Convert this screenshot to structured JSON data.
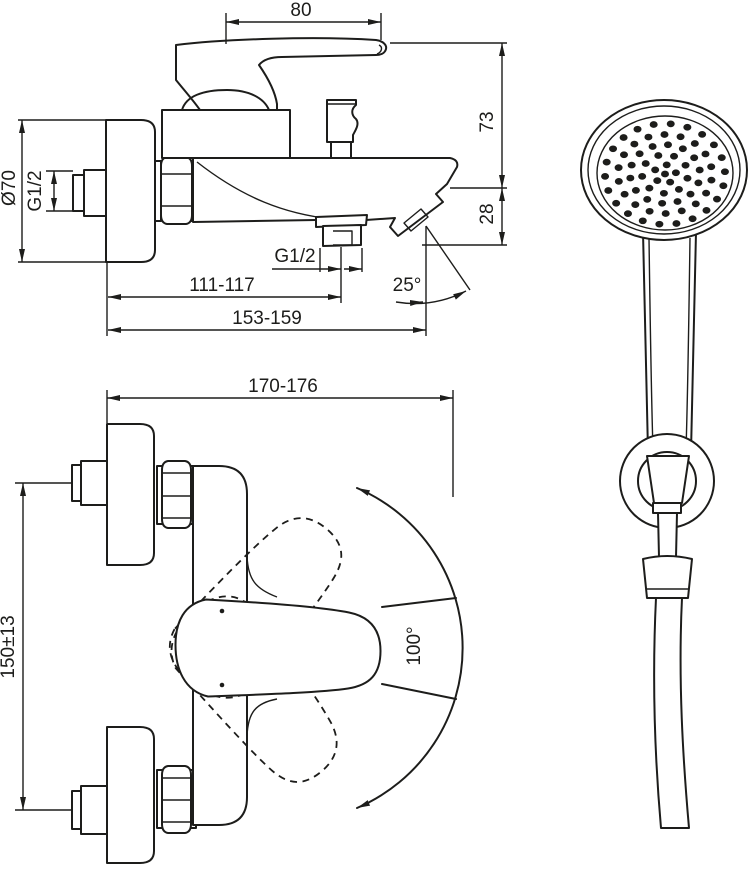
{
  "drawing": {
    "background": "#ffffff",
    "ink_color": "#1d1d1b",
    "side_view": {
      "handle_width": "80",
      "height_above_spout": "73",
      "spout_end_height": "28",
      "flange_diameter": "Ø70",
      "wall_thread": "G1/2",
      "hose_thread": "G1/2",
      "wall_to_hose_outlet": "111-117",
      "wall_to_spout_tip": "153-159",
      "spout_angle": "25°"
    },
    "front_view": {
      "overall_width": "170-176",
      "connection_centres": "150±13",
      "lever_swing_angle": "100°"
    }
  }
}
